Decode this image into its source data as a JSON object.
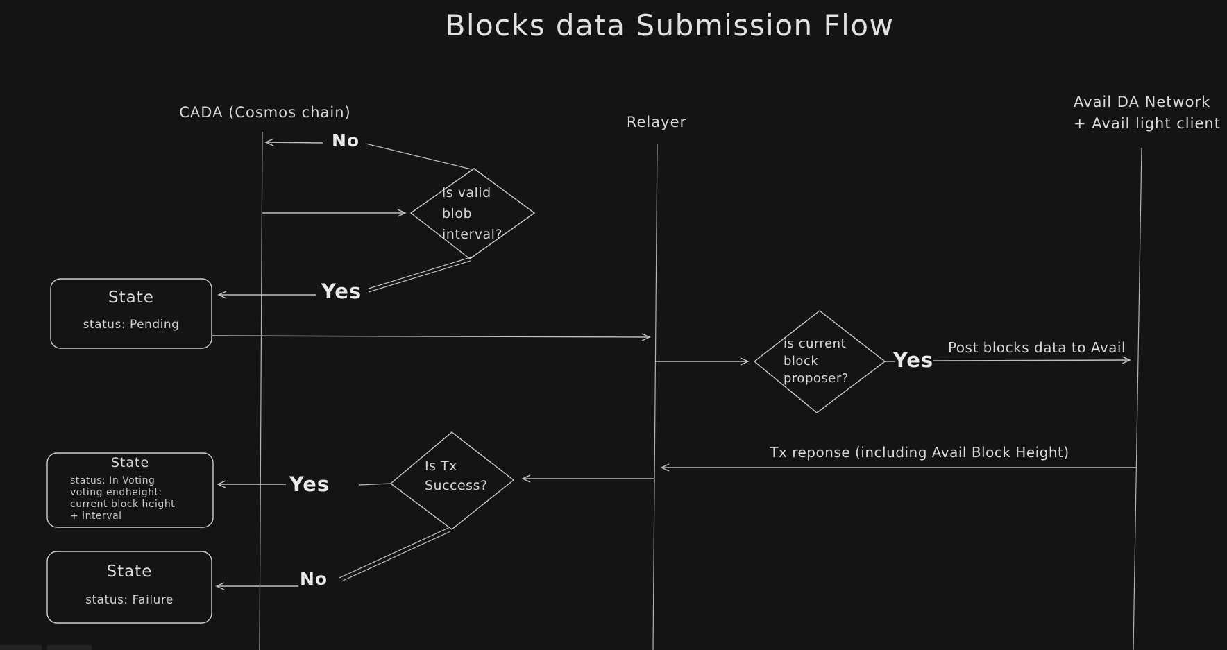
{
  "title": "Blocks data Submission Flow",
  "colors": {
    "background": "#141414",
    "stroke": "#c9c9c9",
    "text": "#dadada"
  },
  "lanes": [
    {
      "id": "cada",
      "label": "CADA (Cosmos chain)"
    },
    {
      "id": "relayer",
      "label": "Relayer"
    },
    {
      "id": "avail",
      "label_line1": "Avail DA Network",
      "label_line2": "+ Avail light client"
    }
  ],
  "decisions": [
    {
      "id": "valid-blob-interval",
      "lines": [
        "is valid",
        "blob",
        "interval?"
      ]
    },
    {
      "id": "current-block-proposer",
      "lines": [
        "is current",
        "block",
        "proposer?"
      ]
    },
    {
      "id": "tx-success",
      "lines": [
        "Is Tx",
        "Success?"
      ]
    }
  ],
  "states": [
    {
      "id": "pending",
      "title": "State",
      "lines": [
        "status: Pending"
      ]
    },
    {
      "id": "in-voting",
      "title": "State",
      "lines": [
        "status: In Voting",
        "voting endheight:",
        "current block height",
        "+ interval"
      ]
    },
    {
      "id": "failure",
      "title": "State",
      "lines": [
        "status: Failure"
      ]
    }
  ],
  "edge_labels": {
    "no_top": "No",
    "yes_blob": "Yes",
    "yes_proposer": "Yes",
    "post_blocks": "Post blocks data to Avail",
    "tx_response": "Tx reponse (including Avail Block Height)",
    "yes_tx": "Yes",
    "no_tx": "No"
  }
}
